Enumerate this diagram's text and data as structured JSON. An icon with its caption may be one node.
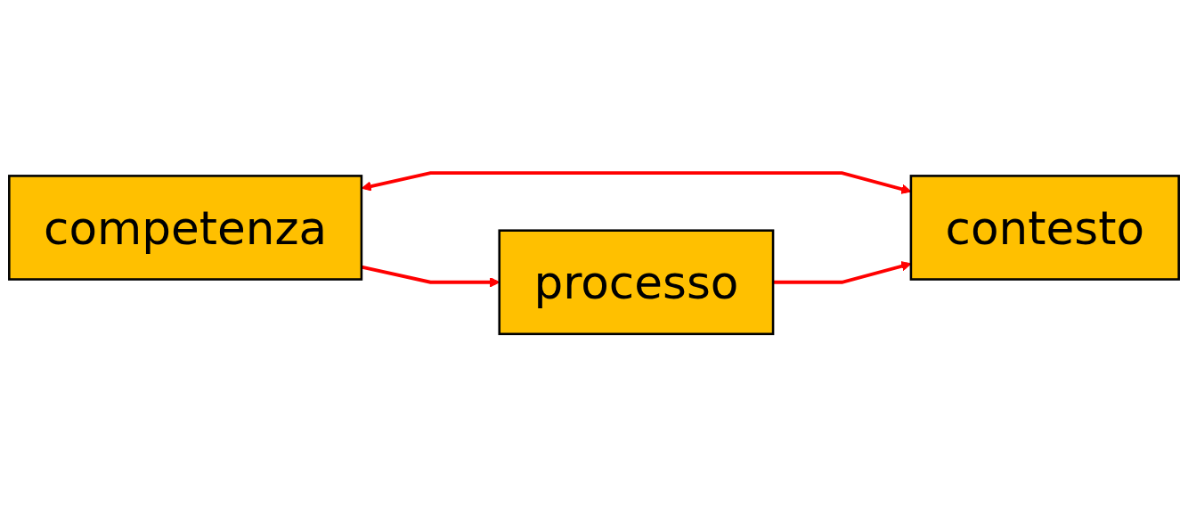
{
  "diagram": {
    "nodes": [
      {
        "text": [
          "contesto"
        ]
      },
      {
        "text": [
          "competenza"
        ]
      },
      {
        "text": [
          "processo"
        ]
      }
    ],
    "edges": [
      {
        "from": 1,
        "to": 0,
        "arrow": "both"
      },
      {
        "from": 1,
        "to": 2,
        "arrow": "to"
      },
      {
        "from": 2,
        "to": 0,
        "arrow": "to"
      }
    ]
  }
}
